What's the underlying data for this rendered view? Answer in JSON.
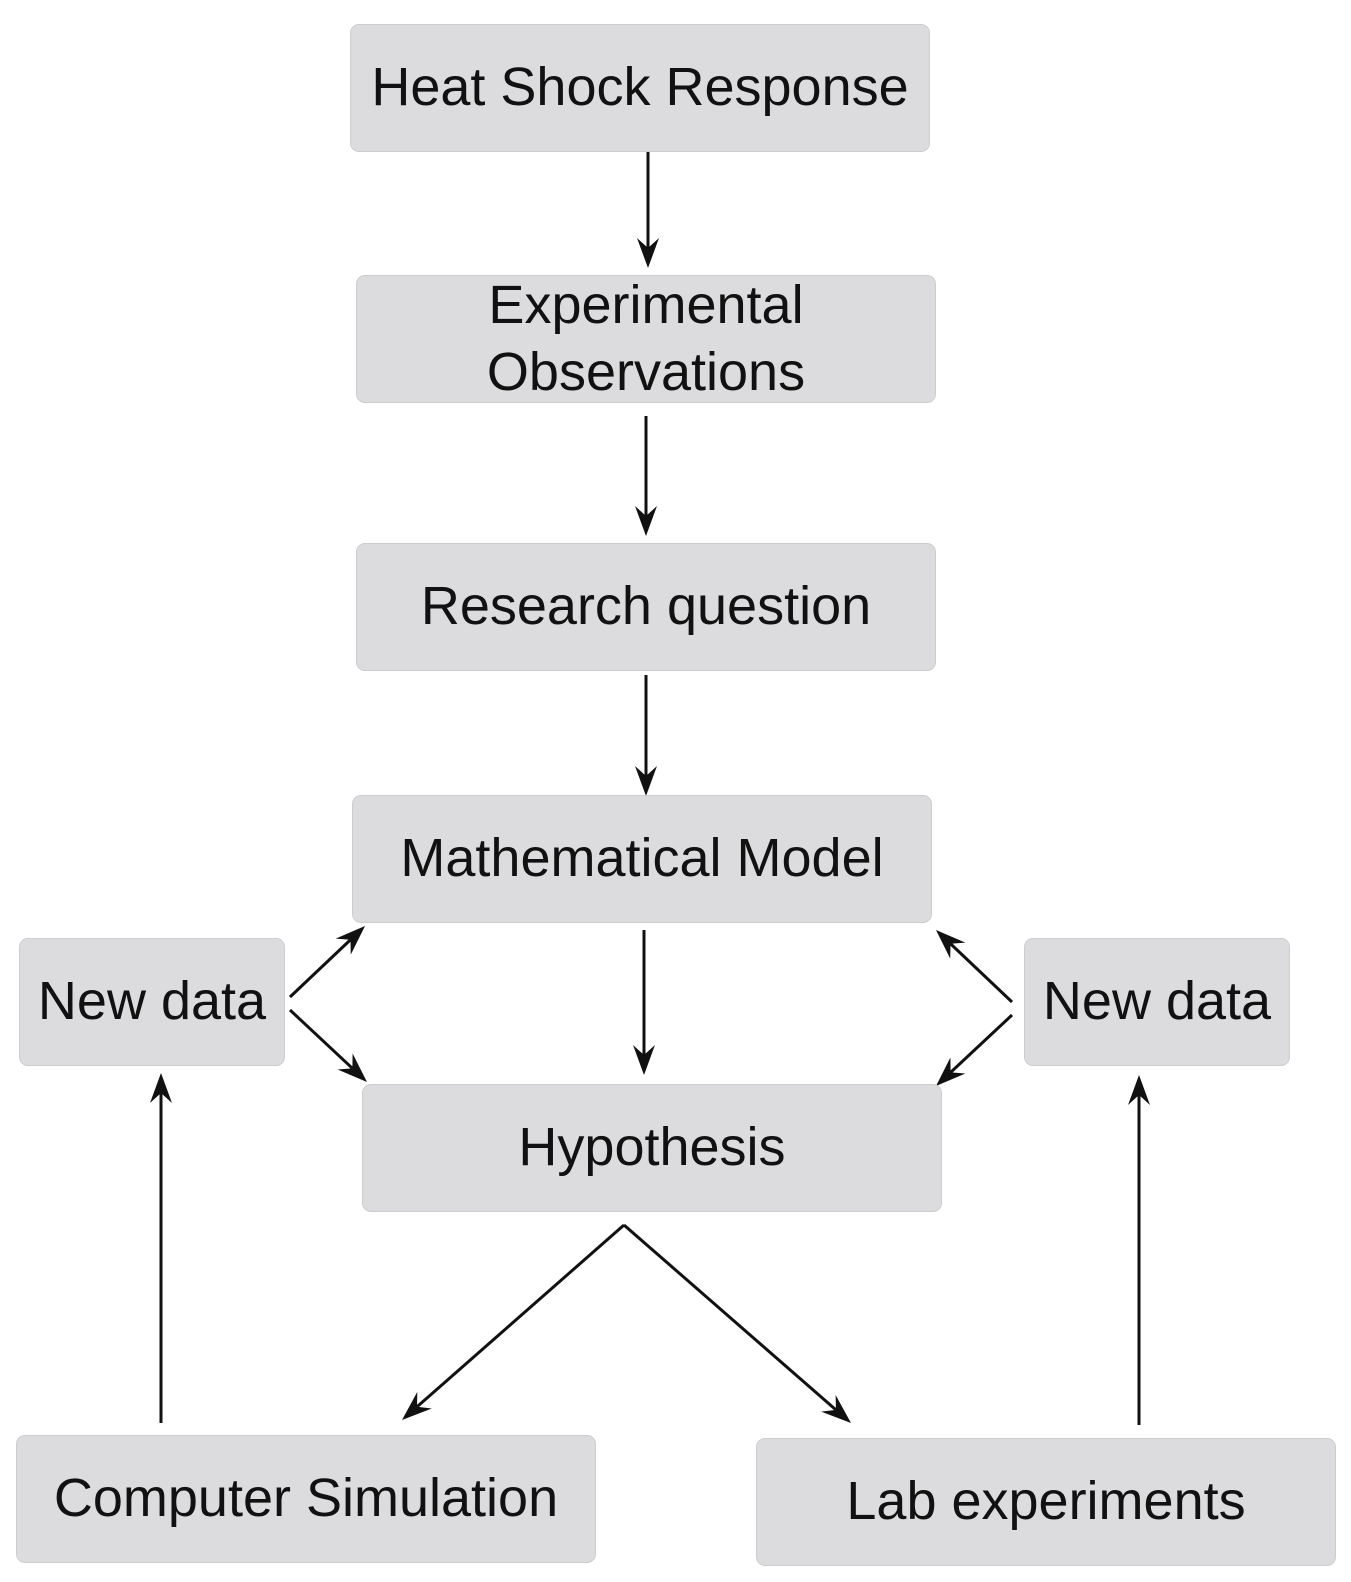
{
  "nodes": {
    "heat_shock_response": "Heat Shock Response",
    "experimental_observations": "Experimental\nObservations",
    "research_question": "Research question",
    "mathematical_model": "Mathematical Model",
    "hypothesis": "Hypothesis",
    "new_data_left": "New data",
    "new_data_right": "New data",
    "computer_simulation": "Computer Simulation",
    "lab_experiments": "Lab experiments"
  },
  "edges": [
    {
      "from": "heat_shock_response",
      "to": "experimental_observations"
    },
    {
      "from": "experimental_observations",
      "to": "research_question"
    },
    {
      "from": "research_question",
      "to": "mathematical_model"
    },
    {
      "from": "mathematical_model",
      "to": "hypothesis"
    },
    {
      "from": "new_data_left",
      "to": "mathematical_model"
    },
    {
      "from": "new_data_left",
      "to": "hypothesis"
    },
    {
      "from": "new_data_right",
      "to": "mathematical_model"
    },
    {
      "from": "new_data_right",
      "to": "hypothesis"
    },
    {
      "from": "hypothesis",
      "to": "computer_simulation"
    },
    {
      "from": "hypothesis",
      "to": "lab_experiments"
    },
    {
      "from": "computer_simulation",
      "to": "new_data_left"
    },
    {
      "from": "lab_experiments",
      "to": "new_data_right"
    }
  ]
}
